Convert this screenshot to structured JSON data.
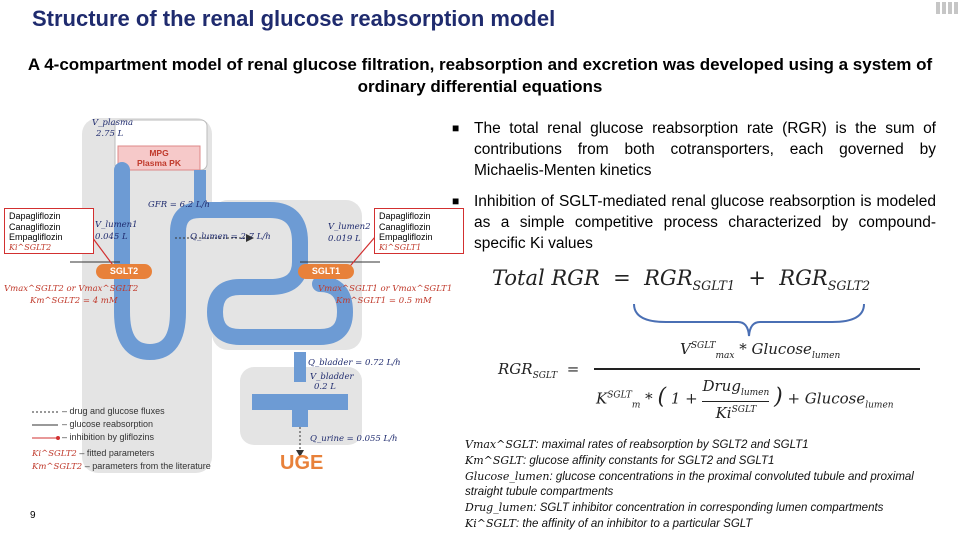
{
  "title": "Structure of the renal glucose reabsorption model",
  "subtitle": "A 4-compartment model of renal glucose filtration, reabsorption and excretion was developed using a system of ordinary differential equations",
  "bullets": [
    "The total renal glucose reabsorption rate (RGR) is the sum of contributions from both cotransporters, each governed by Michaelis-Menten kinetics",
    "Inhibition of SGLT-mediated renal glucose reabsorption is modeled as a simple competitive process characterized by compound-specific Ki values"
  ],
  "equations": {
    "total": {
      "lhs": "Total RGR",
      "eq": "=",
      "t1": "RGR",
      "t1_sub": "SGLT1",
      "plus": "+",
      "t2": "RGR",
      "t2_sub": "SGLT2"
    },
    "rgr": {
      "lhs": "RGR",
      "lhs_sub": "SGLT",
      "eq": "=",
      "num_v": "V",
      "num_v_sub": "max",
      "num_v_sup": "SGLT",
      "num_rest": "* Glucose",
      "num_rest_sub": "lumen",
      "den_k": "K",
      "den_k_sub": "m",
      "den_k_sup": "SGLT",
      "den_star": "*",
      "den_paren_open": "(",
      "den_one_plus": "1 +",
      "den_drug": "Drug",
      "den_drug_sub": "lumen",
      "den_ki": "Ki",
      "den_ki_sup": "SGLT",
      "den_paren_close": ")",
      "den_plus_glc": "+ Glucose",
      "den_plus_glc_sub": "lumen"
    }
  },
  "glossary": [
    {
      "sym": "Vmax^SGLT",
      "text": ": maximal rates of reabsorption by SGLT2 and SGLT1"
    },
    {
      "sym": "Km^SGLT",
      "text": ": glucose affinity constants for SGLT2 and SGLT1"
    },
    {
      "sym": "Glucose_lumen",
      "text": ": glucose concentrations in the proximal convoluted tubule and proximal straight tubule compartments"
    },
    {
      "sym": "Drug_lumen",
      "text": ": SGLT inhibitor concentration in corresponding lumen compartments"
    },
    {
      "sym": "Ki^SGLT",
      "text": ": the affinity of an inhibitor to a particular SGLT"
    }
  ],
  "diagram": {
    "v_plasma": "V_plasma",
    "v_plasma_val": "2.75 L",
    "mpg": "MPG",
    "plasma_pk": "Plasma PK",
    "gfr": "GFR = 6.2 L/h",
    "v_lumen1": "V_lumen1",
    "v_lumen1_val": "0.045 L",
    "v_lumen2": "V_lumen2",
    "v_lumen2_val": "0.019 L",
    "q_lumen": "Q_lumen = 2.7 L/h",
    "drugs_left": [
      "Dapagliflozin",
      "Canagliflozin",
      "Empagliflozin"
    ],
    "drugs_right": [
      "Dapagliflozin",
      "Canagliflozin",
      "Empagliflozin"
    ],
    "ki_left": "Ki^SGLT2",
    "ki_right": "Ki^SGLT1",
    "sglt2": "SGLT2",
    "sglt1": "SGLT1",
    "vmax_left": "Vmax^SGLT2 or Vmax^SGLT2",
    "km_left": "Km^SGLT2 = 4 mM",
    "vmax_right": "Vmax^SGLT1 or Vmax^SGLT1",
    "km_right": "Km^SGLT1 = 0.5 mM",
    "q_bladder": "Q_bladder = 0.72 L/h",
    "v_bladder": "V_bladder",
    "v_bladder_val": "0.2 L",
    "q_urine": "Q_urine = 0.055 L/h",
    "uge": "UGE",
    "legend": [
      "– drug and glucose fluxes",
      "– glucose reabsorption",
      "– inhibition by gliflozins"
    ],
    "legend_ki": "Ki^SGLT2",
    "legend_ki_text": "– fitted parameters",
    "legend_km": "Km^SGLT2",
    "legend_km_text": "– parameters from the literature"
  },
  "page_number": "9",
  "colors": {
    "title": "#1f2b6e",
    "tubule": "#6d9bd4",
    "compartment_bg": "#e4e4e4",
    "sglt_pill": "#e8813a",
    "uge": "#e8813a",
    "inhibition": "#d23030",
    "mpg_box": "#f6c9c9"
  }
}
